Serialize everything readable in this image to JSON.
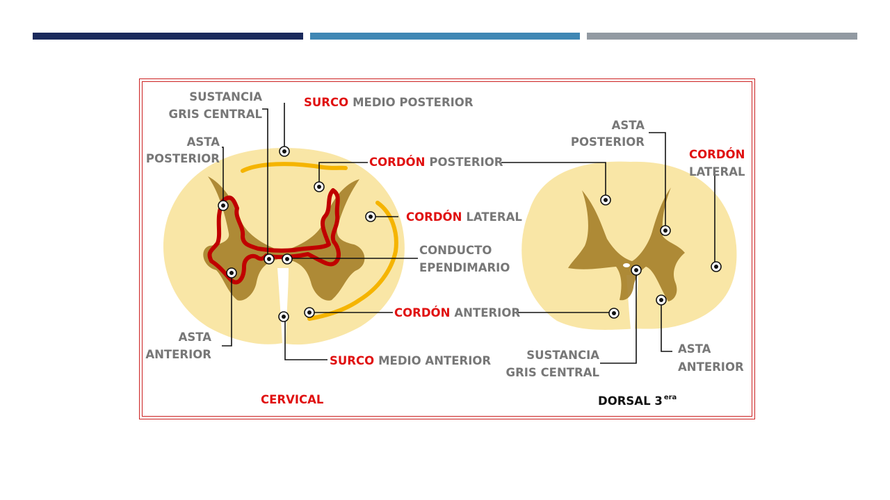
{
  "header_bars": {
    "colors": [
      "#1a2a5c",
      "#3f87b4",
      "#929aa2"
    ]
  },
  "figure": {
    "border_color": "#cc2222",
    "cervical": {
      "caption": "CERVICAL",
      "sustancia_gris_1": "SUSTANCIA",
      "sustancia_gris_2": "GRIS CENTRAL",
      "surco_post_red": "SURCO",
      "surco_post_gray": "MEDIO POSTERIOR",
      "asta_post_1": "ASTA",
      "asta_post_2": "POSTERIOR",
      "cordon_post_red": "CORDÓN",
      "cordon_post_gray": "POSTERIOR",
      "cordon_lat_red": "CORDÓN",
      "cordon_lat_gray": "LATERAL",
      "conducto_1": "CONDUCTO",
      "conducto_2": "EPENDIMARIO",
      "cordon_ant_red": "CORDÓN",
      "cordon_ant_gray": "ANTERIOR",
      "asta_ant_1": "ASTA",
      "asta_ant_2": "ANTERIOR",
      "surco_ant_red": "SURCO",
      "surco_ant_gray": "MEDIO ANTERIOR"
    },
    "dorsal": {
      "caption": "DORSAL 3",
      "caption_sup": "era",
      "asta_post_1": "ASTA",
      "asta_post_2": "POSTERIOR",
      "cordon_lat_1": "CORDÓN",
      "cordon_lat_2": "LATERAL",
      "sustancia_gris_1": "SUSTANCIA",
      "sustancia_gris_2": "GRIS CENTRAL",
      "asta_ant_1": "ASTA",
      "asta_ant_2": "ANTERIOR"
    },
    "colors": {
      "white_matter": "#f9e6a6",
      "gray_matter": "#a57f2a",
      "red_outline": "#c00000",
      "yellow_outline": "#f5b400"
    }
  }
}
